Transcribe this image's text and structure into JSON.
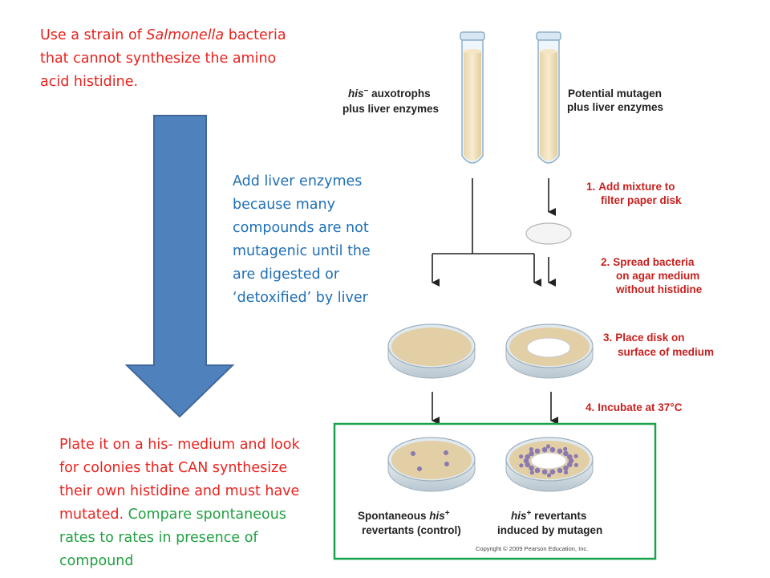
{
  "intro": {
    "line1_pre": "Use a strain of ",
    "line1_em": "Salmonella",
    "line1_post": " bacteria",
    "line2": "that cannot synthesize the amino",
    "line3": "acid histidine."
  },
  "liver_note": [
    "Add liver enzymes",
    "because many",
    "compounds are not",
    "mutagenic until the",
    "are digested or",
    "‘detoxified’ by liver"
  ],
  "conclusion": {
    "red_lines": [
      "Plate it on a his- medium and look",
      "for colonies that CAN synthesize",
      "their own histidine and must have"
    ],
    "line4_red": "mutated.",
    "line4_green": " Compare spontaneous",
    "green_lines": [
      "rates to rates in presence of",
      "compound"
    ]
  },
  "figure": {
    "tube_left": {
      "gene": "his",
      "sup": "−",
      "line1_rest": " auxotrophs",
      "line2": "plus liver enzymes"
    },
    "tube_right": {
      "line1": "Potential mutagen",
      "line2": "plus liver enzymes"
    },
    "steps": [
      {
        "num": "1.",
        "lines": [
          "Add mixture to",
          "filter paper disk"
        ]
      },
      {
        "num": "2.",
        "lines": [
          "Spread bacteria",
          "on agar medium",
          "without histidine"
        ]
      },
      {
        "num": "3.",
        "lines": [
          "Place disk on",
          "surface of medium"
        ]
      },
      {
        "num": "4.",
        "lines": [
          "Incubate at 37°C"
        ]
      }
    ],
    "result_left": {
      "line1_pre": "Spontaneous ",
      "gene": "his",
      "sup": "+",
      "line2": "revertants (control)"
    },
    "result_right": {
      "gene": "his",
      "sup": "+",
      "line1_post": " revertants",
      "line2": "induced by mutagen"
    },
    "copyright": "Copyright © 2009 Pearson Education, Inc."
  },
  "colors": {
    "red_text": "#e8231f",
    "blue_text": "#1f6fb5",
    "green_text": "#22a043",
    "big_arrow": "#4f81bd",
    "result_box": "#18a34a",
    "step_red": "#c8201e",
    "agar": "#e3cfa6",
    "colony": "#8a7ab0"
  }
}
